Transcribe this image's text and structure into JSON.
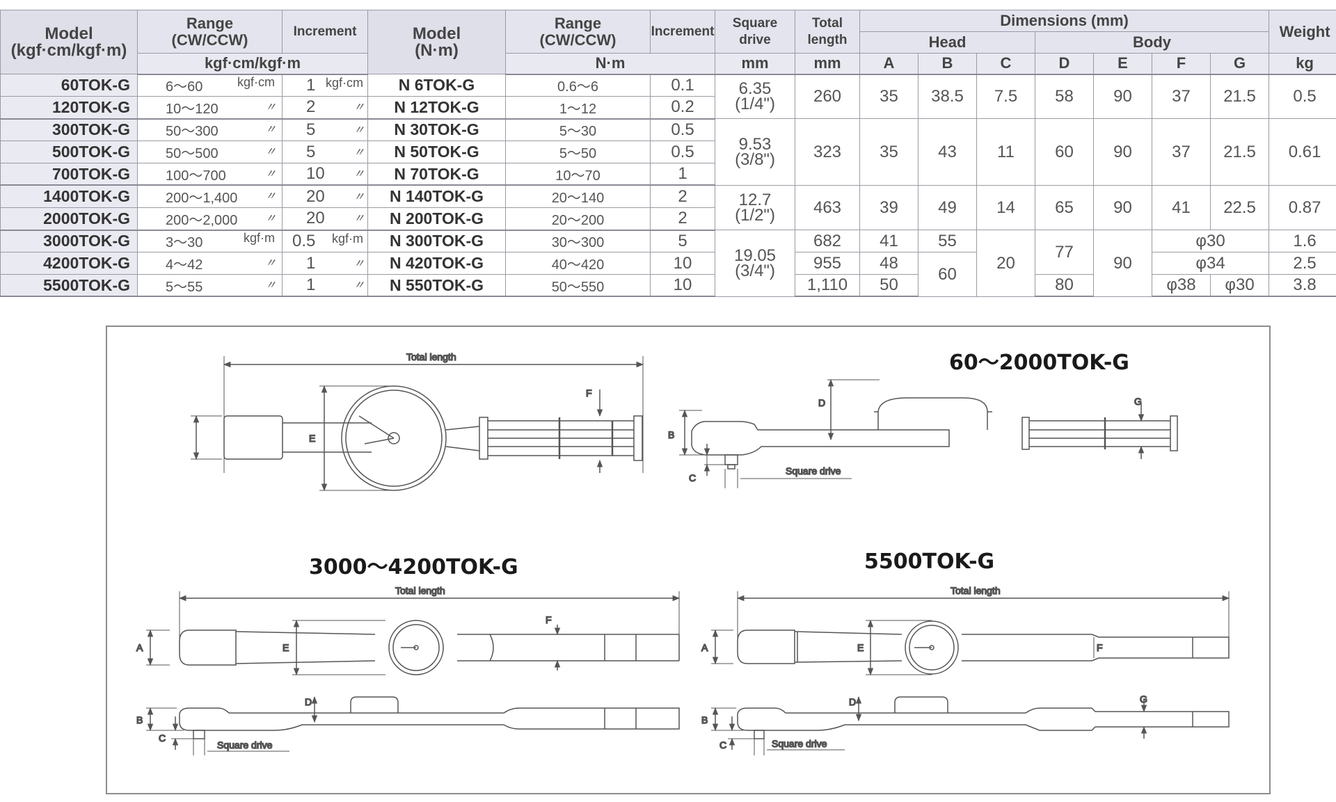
{
  "table": {
    "headers": {
      "model_kgf": "Model\n(kgf·cm/kgf·m)",
      "range_cw": "Range\n(CW/CCW)",
      "increment": "Increment",
      "model_nm": "Model\n(N·m)",
      "range_cw2": "Range\n(CW/CCW)",
      "increment2": "Increment",
      "square_drive": "Square\ndrive",
      "total_length": "Total\nlength",
      "dimensions": "Dimensions (mm)",
      "head": "Head",
      "body": "Body",
      "weight": "Weight",
      "unit_kgf": "kgf·cm/kgf·m",
      "unit_nm": "N·m",
      "unit_mm1": "mm",
      "unit_mm2": "mm",
      "unit_kg": "kg",
      "dim_a": "A",
      "dim_b": "B",
      "dim_c": "C",
      "dim_d": "D",
      "dim_e": "E",
      "dim_f": "F",
      "dim_g": "G"
    },
    "rows": [
      {
        "model": "60TOK-G",
        "range": "6～60",
        "range_unit": "kgf·cm",
        "inc": "1",
        "inc_unit": "kgf·cm",
        "n_model": "N 6TOK-G",
        "n_range": "0.6～6",
        "n_inc": "0.1"
      },
      {
        "model": "120TOK-G",
        "range": "10～120",
        "range_unit": "〃",
        "inc": "2",
        "inc_unit": "〃",
        "n_model": "N 12TOK-G",
        "n_range": "1～12",
        "n_inc": "0.2"
      },
      {
        "model": "300TOK-G",
        "range": "50～300",
        "range_unit": "〃",
        "inc": "5",
        "inc_unit": "〃",
        "n_model": "N 30TOK-G",
        "n_range": "5～30",
        "n_inc": "0.5"
      },
      {
        "model": "500TOK-G",
        "range": "50～500",
        "range_unit": "〃",
        "inc": "5",
        "inc_unit": "〃",
        "n_model": "N 50TOK-G",
        "n_range": "5～50",
        "n_inc": "0.5"
      },
      {
        "model": "700TOK-G",
        "range": "100～700",
        "range_unit": "〃",
        "inc": "10",
        "inc_unit": "〃",
        "n_model": "N 70TOK-G",
        "n_range": "10～70",
        "n_inc": "1"
      },
      {
        "model": "1400TOK-G",
        "range": "200～1,400",
        "range_unit": "〃",
        "inc": "20",
        "inc_unit": "〃",
        "n_model": "N 140TOK-G",
        "n_range": "20～140",
        "n_inc": "2"
      },
      {
        "model": "2000TOK-G",
        "range": "200～2,000",
        "range_unit": "〃",
        "inc": "20",
        "inc_unit": "〃",
        "n_model": "N 200TOK-G",
        "n_range": "20～200",
        "n_inc": "2"
      },
      {
        "model": "3000TOK-G",
        "range": "3～30",
        "range_unit": "kgf·m",
        "inc": "0.5",
        "inc_unit": "kgf·m",
        "n_model": "N 300TOK-G",
        "n_range": "30～300",
        "n_inc": "5"
      },
      {
        "model": "4200TOK-G",
        "range": "4～42",
        "range_unit": "〃",
        "inc": "1",
        "inc_unit": "〃",
        "n_model": "N 420TOK-G",
        "n_range": "40～420",
        "n_inc": "10"
      },
      {
        "model": "5500TOK-G",
        "range": "5～55",
        "range_unit": "〃",
        "inc": "1",
        "inc_unit": "〃",
        "n_model": "N 550TOK-G",
        "n_range": "50～550",
        "n_inc": "10"
      }
    ],
    "groups": {
      "g1": {
        "sq": "6.35\n(1/4\")",
        "len": "260",
        "a": "35",
        "b": "38.5",
        "c": "7.5",
        "d": "58",
        "e": "90",
        "f": "37",
        "g": "21.5",
        "w": "0.5"
      },
      "g2": {
        "sq": "9.53\n(3/8\")",
        "len": "323",
        "a": "35",
        "b": "43",
        "c": "11",
        "d": "60",
        "e": "90",
        "f": "37",
        "g": "21.5",
        "w": "0.61"
      },
      "g3": {
        "sq": "12.7\n(1/2\")",
        "len": "463",
        "a": "39",
        "b": "49",
        "c": "14",
        "d": "65",
        "e": "90",
        "f": "41",
        "g": "22.5",
        "w": "0.87"
      },
      "g4": {
        "sq": "19.05\n(3/4\")",
        "len1": "682",
        "len2": "955",
        "len3": "1,110",
        "a1": "41",
        "a2": "48",
        "a3": "50",
        "b1": "55",
        "b2": "60",
        "c": "20",
        "d1": "77",
        "d3": "80",
        "e": "90",
        "fg1": "φ30",
        "fg2": "φ34",
        "f3": "φ38",
        "g3": "φ30",
        "w1": "1.6",
        "w2": "2.5",
        "w3": "3.8"
      }
    }
  },
  "drawings": {
    "title1": "60～2000TOK-G",
    "title2": "3000～4200TOK-G",
    "title3": "5500TOK-G",
    "total_length": "Total length",
    "square_drive": "Square drive",
    "labels": {
      "a": "A",
      "b": "B",
      "c": "C",
      "d": "D",
      "e": "E",
      "f": "F",
      "g": "G"
    }
  }
}
